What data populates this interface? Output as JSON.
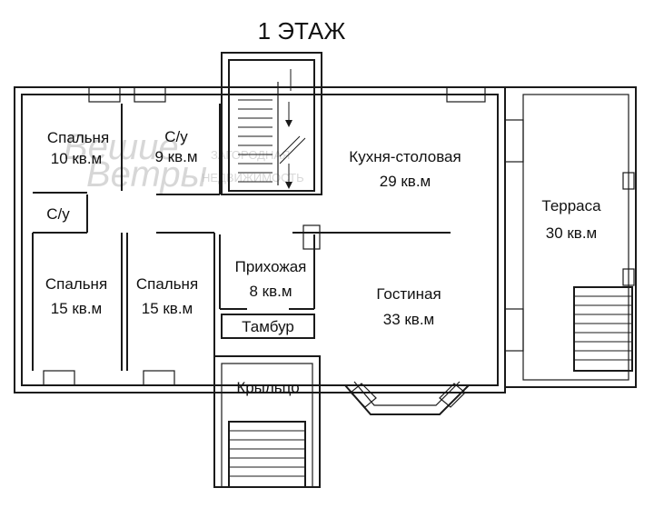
{
  "title": "1 ЭТАЖ",
  "watermark": {
    "brand_line1": "Вешие",
    "brand_line2": "Ветры",
    "tagline1": "ЗАГОРОДНАЯ",
    "tagline2": "НЕДВИЖИМОСТЬ"
  },
  "rooms": {
    "bedroom_10": {
      "name": "Спальня",
      "area": "10 кв.м"
    },
    "bathroom_9": {
      "name": "С/у",
      "area": "9 кв.м"
    },
    "bathroom_small": {
      "name": "С/у"
    },
    "kitchen": {
      "name": "Кухня-столовая",
      "area": "29 кв.м"
    },
    "terrace": {
      "name": "Терраса",
      "area": "30 кв.м"
    },
    "bedroom_15a": {
      "name": "Спальня",
      "area": "15 кв.м"
    },
    "bedroom_15b": {
      "name": "Спальня",
      "area": "15 кв.м"
    },
    "hallway": {
      "name": "Прихожая",
      "area": "8 кв.м"
    },
    "living": {
      "name": "Гостиная",
      "area": "33 кв.м"
    },
    "vestibule": {
      "name": "Тамбур"
    },
    "porch": {
      "name": "Крыльцо"
    }
  }
}
